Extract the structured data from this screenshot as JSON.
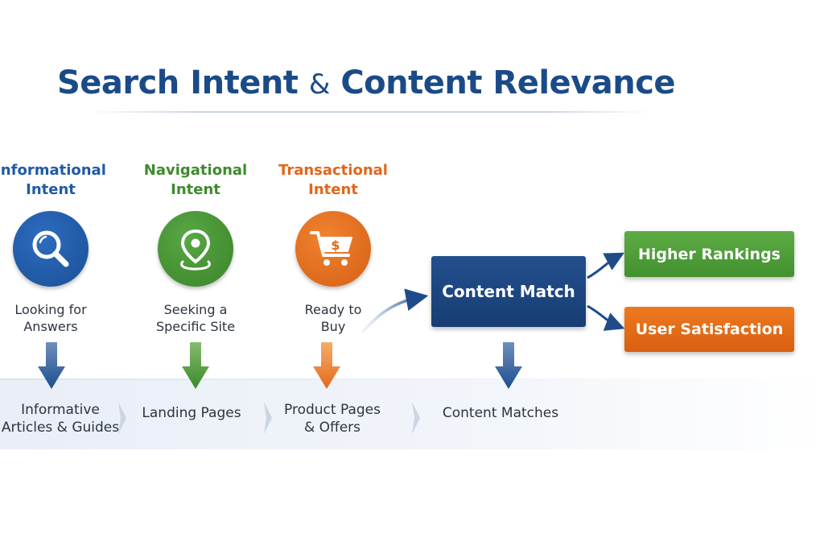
{
  "title": {
    "main": "Search Intent",
    "amp": "&",
    "rest": "Content Relevance"
  },
  "columns": [
    {
      "heading": "Informational\nIntent",
      "icon": "magnifier-icon",
      "color": "#1f5aa6",
      "description": "Looking for\nAnswers",
      "result": "Informative\nArticles & Guides"
    },
    {
      "heading": "Navigational\nIntent",
      "icon": "map-pin-icon",
      "color": "#3e8a2e",
      "description": "Seeking a\nSpecific Site",
      "result": "Landing Pages"
    },
    {
      "heading": "Transactional\nIntent",
      "icon": "shopping-cart-icon",
      "color": "#e2661a",
      "description": "Ready to\nBuy",
      "result": "Product Pages\n& Offers"
    }
  ],
  "match": {
    "label": "Content Match",
    "result": "Content Matches"
  },
  "outcomes": {
    "rankings": "Higher Rankings",
    "satisfaction": "User Satisfaction"
  },
  "cart_symbol": "$",
  "colors": {
    "blue": "#1f5aa6",
    "green": "#4b9d37",
    "orange": "#e2661a",
    "navy": "#1b4b87"
  }
}
